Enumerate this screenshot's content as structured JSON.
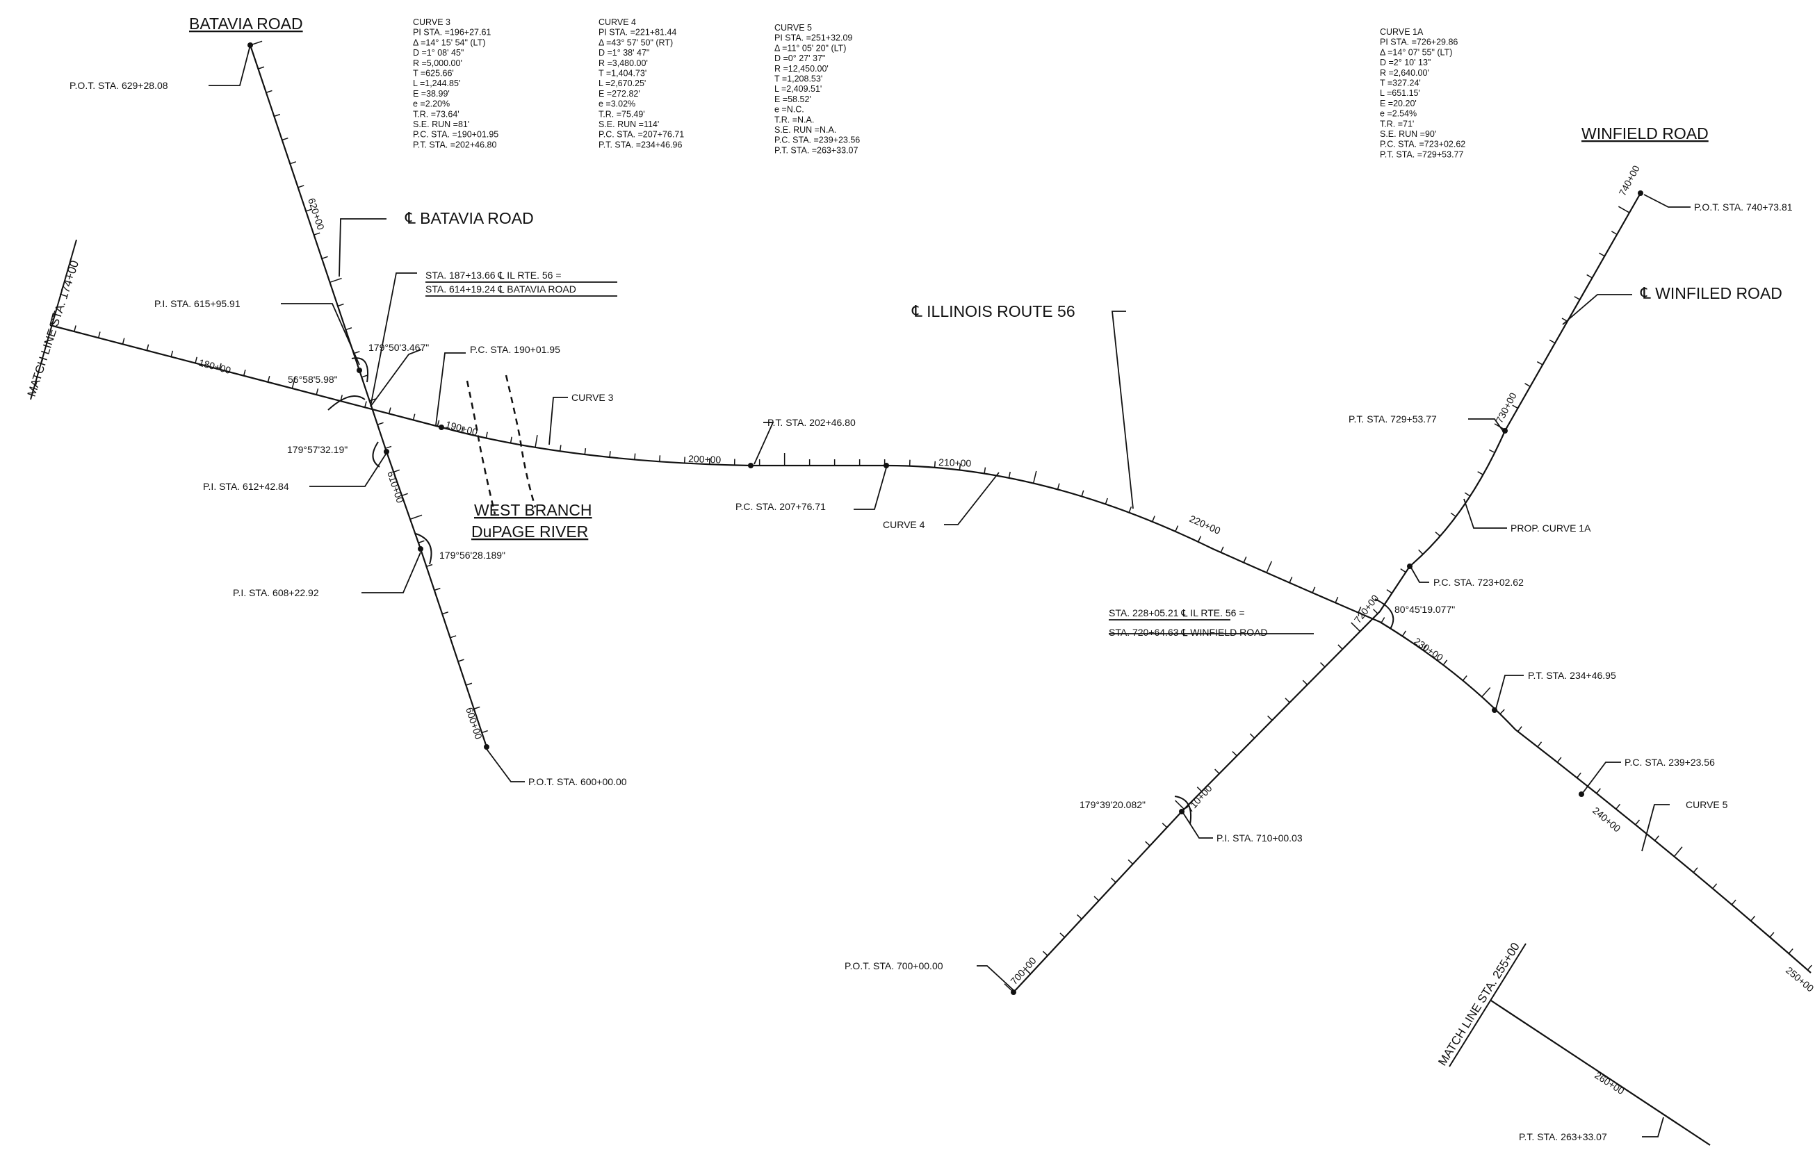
{
  "roads": {
    "batavia": "BATAVIA ROAD",
    "winfield": "WINFIELD ROAD",
    "river_line1": "WEST BRANCH",
    "river_line2": "DuPAGE RIVER"
  },
  "centerlines": {
    "batavia": "℄ BATAVIA ROAD",
    "route56": "℄ ILLINOIS ROUTE 56",
    "winfield": "℄ WINFILED ROAD"
  },
  "match_lines": {
    "left": "MATCH LINE STA. 174+00",
    "right": "MATCH LINE STA. 255+00"
  },
  "intersections": {
    "batavia_line1": "STA. 187+13.66 ℄ IL RTE. 56 =",
    "batavia_line2": "STA. 614+19.24 ℄ BATAVIA ROAD",
    "winfield_line1": "STA. 228+05.21 ℄ IL RTE. 56 =",
    "winfield_line2": "STA. 720+64.63 ℄ WINFIELD ROAD"
  },
  "callouts": {
    "pot_629": "P.O.T. STA. 629+28.08",
    "pi_615": "P.I. STA. 615+95.91",
    "pi_612": "P.I. STA. 612+42.84",
    "pi_608": "P.I. STA. 608+22.92",
    "pot_600": "P.O.T. STA. 600+00.00",
    "pc_190": "P.C. STA. 190+01.95",
    "curve3": "CURVE 3",
    "pt_202": "P.T. STA. 202+46.80",
    "pc_207": "P.C. STA. 207+76.71",
    "curve4": "CURVE 4",
    "pot_740": "P.O.T. STA. 740+73.81",
    "pt_729": "P.T. STA. 729+53.77",
    "prop_curve1a": "PROP. CURVE 1A",
    "pc_723": "P.C. STA. 723+02.62",
    "pt_234": "P.T. STA. 234+46.95",
    "pc_239": "P.C. STA. 239+23.56",
    "curve5": "CURVE 5",
    "pi_710": "P.I. STA. 710+00.03",
    "pot_700": "P.O.T. STA. 700+00.00",
    "pt_263": "P.T. STA. 263+33.07"
  },
  "angles": {
    "a1": "179°50'3.467\"",
    "a2": "56°58'5.98\"",
    "a3": "179°57'32.19\"",
    "a4": "179°56'28.189\"",
    "a5": "80°45'19.077\"",
    "a6": "179°39'20.082\""
  },
  "stations": {
    "s180": "180+00",
    "s190": "190+00",
    "s200": "200+00",
    "s210": "210+00",
    "s220": "220+00",
    "s230": "230+00",
    "s240": "240+00",
    "s250": "250+00",
    "s260": "260+00",
    "s600": "600+00",
    "s610": "610+00",
    "s620": "620+00",
    "s700": "700+00",
    "s710": "710+00",
    "s720": "720+00",
    "s730": "730+00",
    "s740": "740+00"
  },
  "curve_tables": [
    {
      "lines": [
        "CURVE 3",
        "PI STA. =196+27.61",
        "Δ =14° 15' 54\" (LT)",
        "D =1° 08' 45\"",
        "R =5,000.00'",
        "T =625.66'",
        "L =1,244.85'",
        "E =38.99'",
        "e =2.20%",
        "T.R. =73.64'",
        "S.E. RUN =81'",
        "P.C. STA. =190+01.95",
        "P.T. STA. =202+46.80"
      ]
    },
    {
      "lines": [
        "CURVE 4",
        "PI STA. =221+81.44",
        "Δ =43° 57' 50\" (RT)",
        "D =1° 38' 47\"",
        "R =3,480.00'",
        "T =1,404.73'",
        "L =2,670.25'",
        "E =272.82'",
        "e =3.02%",
        "T.R. =75.49'",
        "S.E. RUN =114'",
        "P.C. STA. =207+76.71",
        "P.T. STA. =234+46.96"
      ]
    },
    {
      "lines": [
        "CURVE 5",
        "PI STA. =251+32.09",
        "Δ =11° 05' 20\" (LT)",
        "D =0° 27' 37\"",
        "R =12,450.00'",
        "T =1,208.53'",
        "L =2,409.51'",
        "E =58.52'",
        "e =N.C.",
        "T.R. =N.A.",
        "S.E. RUN =N.A.",
        "P.C. STA. =239+23.56",
        "P.T. STA. =263+33.07"
      ]
    },
    {
      "lines": [
        "CURVE 1A",
        "PI STA. =726+29.86",
        "Δ =14° 07' 55\" (LT)",
        "D =2° 10' 13\"",
        "R =2,640.00'",
        "T =327.24'",
        "L =651.15'",
        "E =20.20'",
        "e =2.54%",
        "T.R. =71'",
        "S.E. RUN =90'",
        "P.C. STA. =723+02.62",
        "P.T. STA. =729+53.77"
      ]
    }
  ]
}
